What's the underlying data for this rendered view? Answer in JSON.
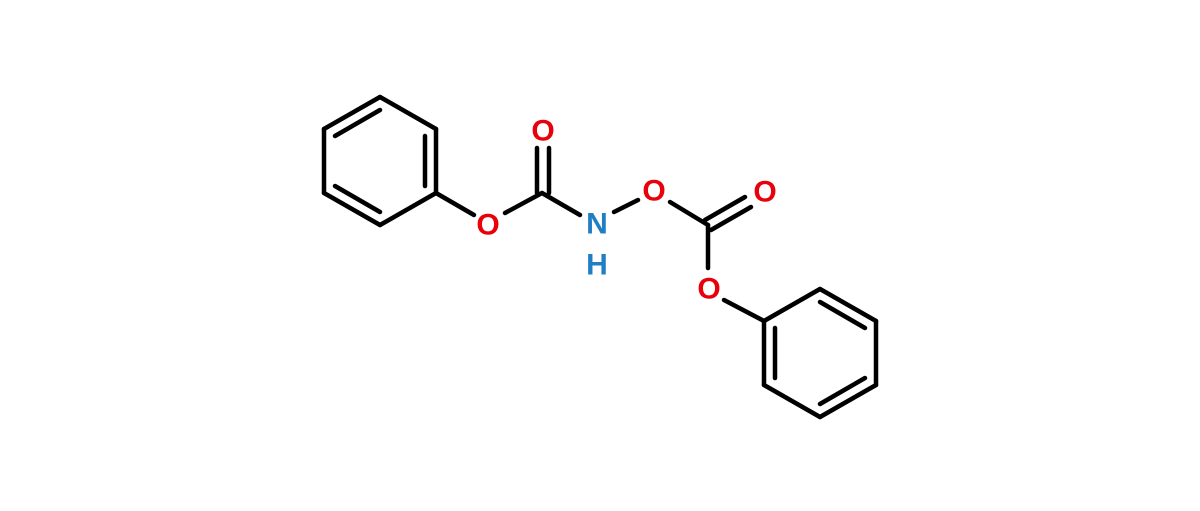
{
  "colors": {
    "bond": "#000000",
    "oxygen": "#e8000b",
    "nitrogen": "#1f7fc4",
    "hydrogen": "#1f7fc4"
  },
  "atoms": {
    "o_carbonyl_left": "O",
    "o_ester_left": "O",
    "n_amide": "N",
    "h_amide": "H",
    "o_hydroxylamine": "O",
    "o_carbonyl_right": "O",
    "o_ester_right": "O"
  }
}
